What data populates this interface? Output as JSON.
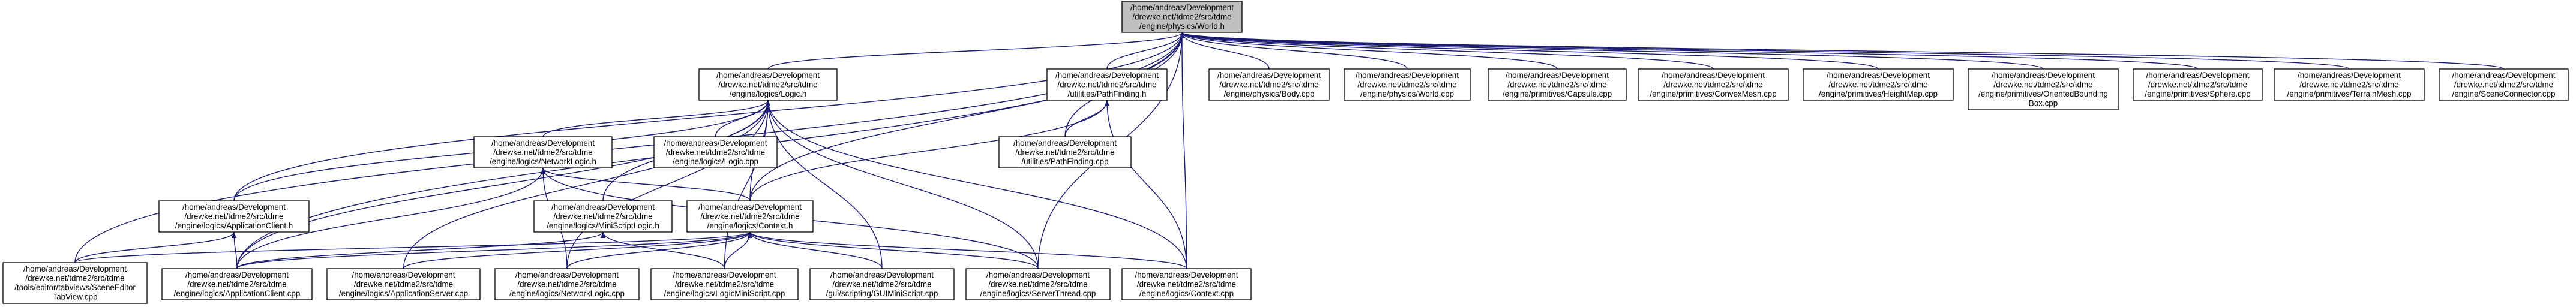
{
  "graph": {
    "title": "",
    "edge_color": "#191970",
    "root_fill": "#bfbfbf",
    "nodes": [
      {
        "id": "world_h",
        "root": true,
        "lines": [
          "/home/andreas/Development",
          "/drewke.net/tdme2/src/tdme",
          "/engine/physics/World.h"
        ]
      },
      {
        "id": "logic_h",
        "lines": [
          "/home/andreas/Development",
          "/drewke.net/tdme2/src/tdme",
          "/engine/logics/Logic.h"
        ]
      },
      {
        "id": "pathfinding_h",
        "lines": [
          "/home/andreas/Development",
          "/drewke.net/tdme2/src/tdme",
          "/utilities/PathFinding.h"
        ]
      },
      {
        "id": "body_cpp",
        "lines": [
          "/home/andreas/Development",
          "/drewke.net/tdme2/src/tdme",
          "/engine/physics/Body.cpp"
        ]
      },
      {
        "id": "world_cpp",
        "lines": [
          "/home/andreas/Development",
          "/drewke.net/tdme2/src/tdme",
          "/engine/physics/World.cpp"
        ]
      },
      {
        "id": "capsule_cpp",
        "lines": [
          "/home/andreas/Development",
          "/drewke.net/tdme2/src/tdme",
          "/engine/primitives/Capsule.cpp"
        ]
      },
      {
        "id": "convexmesh_cpp",
        "lines": [
          "/home/andreas/Development",
          "/drewke.net/tdme2/src/tdme",
          "/engine/primitives/ConvexMesh.cpp"
        ]
      },
      {
        "id": "heightmap_cpp",
        "lines": [
          "/home/andreas/Development",
          "/drewke.net/tdme2/src/tdme",
          "/engine/primitives/HeightMap.cpp"
        ]
      },
      {
        "id": "obb_cpp",
        "lines": [
          "/home/andreas/Development",
          "/drewke.net/tdme2/src/tdme",
          "/engine/primitives/OrientedBounding",
          "Box.cpp"
        ]
      },
      {
        "id": "sphere_cpp",
        "lines": [
          "/home/andreas/Development",
          "/drewke.net/tdme2/src/tdme",
          "/engine/primitives/Sphere.cpp"
        ]
      },
      {
        "id": "terrainmesh_cpp",
        "lines": [
          "/home/andreas/Development",
          "/drewke.net/tdme2/src/tdme",
          "/engine/primitives/TerrainMesh.cpp"
        ]
      },
      {
        "id": "sceneconnector_cpp",
        "lines": [
          "/home/andreas/Development",
          "/drewke.net/tdme2/src/tdme",
          "/engine/SceneConnector.cpp"
        ]
      },
      {
        "id": "networklogic_h",
        "lines": [
          "/home/andreas/Development",
          "/drewke.net/tdme2/src/tdme",
          "/engine/logics/NetworkLogic.h"
        ]
      },
      {
        "id": "logic_cpp",
        "lines": [
          "/home/andreas/Development",
          "/drewke.net/tdme2/src/tdme",
          "/engine/logics/Logic.cpp"
        ]
      },
      {
        "id": "pathfinding_cpp",
        "lines": [
          "/home/andreas/Development",
          "/drewke.net/tdme2/src/tdme",
          "/utilities/PathFinding.cpp"
        ]
      },
      {
        "id": "applicationclient_h",
        "lines": [
          "/home/andreas/Development",
          "/drewke.net/tdme2/src/tdme",
          "/engine/logics/ApplicationClient.h"
        ]
      },
      {
        "id": "miniscriptlogic_h",
        "lines": [
          "/home/andreas/Development",
          "/drewke.net/tdme2/src/tdme",
          "/engine/logics/MiniScriptLogic.h"
        ]
      },
      {
        "id": "context_h",
        "lines": [
          "/home/andreas/Development",
          "/drewke.net/tdme2/src/tdme",
          "/engine/logics/Context.h"
        ]
      },
      {
        "id": "sceneeditor_cpp",
        "lines": [
          "/home/andreas/Development",
          "/drewke.net/tdme2/src/tdme",
          "/tools/editor/tabviews/SceneEditor",
          "TabView.cpp"
        ]
      },
      {
        "id": "applicationclient_cpp",
        "lines": [
          "/home/andreas/Development",
          "/drewke.net/tdme2/src/tdme",
          "/engine/logics/ApplicationClient.cpp"
        ]
      },
      {
        "id": "applicationserver_cpp",
        "lines": [
          "/home/andreas/Development",
          "/drewke.net/tdme2/src/tdme",
          "/engine/logics/ApplicationServer.cpp"
        ]
      },
      {
        "id": "networklogic_cpp",
        "lines": [
          "/home/andreas/Development",
          "/drewke.net/tdme2/src/tdme",
          "/engine/logics/NetworkLogic.cpp"
        ]
      },
      {
        "id": "logicminiscript_cpp",
        "lines": [
          "/home/andreas/Development",
          "/drewke.net/tdme2/src/tdme",
          "/engine/logics/LogicMiniScript.cpp"
        ]
      },
      {
        "id": "guiminiscript_cpp",
        "lines": [
          "/home/andreas/Development",
          "/drewke.net/tdme2/src/tdme",
          "/gui/scripting/GUIMiniScript.cpp"
        ]
      },
      {
        "id": "serverthread_cpp",
        "lines": [
          "/home/andreas/Development",
          "/drewke.net/tdme2/src/tdme",
          "/engine/logics/ServerThread.cpp"
        ]
      },
      {
        "id": "context_cpp",
        "lines": [
          "/home/andreas/Development",
          "/drewke.net/tdme2/src/tdme",
          "/engine/logics/Context.cpp"
        ]
      }
    ],
    "edges": [
      [
        "world_h",
        "logic_h"
      ],
      [
        "world_h",
        "pathfinding_h"
      ],
      [
        "world_h",
        "body_cpp"
      ],
      [
        "world_h",
        "world_cpp"
      ],
      [
        "world_h",
        "capsule_cpp"
      ],
      [
        "world_h",
        "convexmesh_cpp"
      ],
      [
        "world_h",
        "heightmap_cpp"
      ],
      [
        "world_h",
        "obb_cpp"
      ],
      [
        "world_h",
        "sphere_cpp"
      ],
      [
        "world_h",
        "terrainmesh_cpp"
      ],
      [
        "world_h",
        "sceneconnector_cpp"
      ],
      [
        "world_h",
        "applicationclient_h"
      ],
      [
        "world_h",
        "sceneeditor_cpp"
      ],
      [
        "world_h",
        "applicationclient_cpp"
      ],
      [
        "world_h",
        "context_h"
      ],
      [
        "world_h",
        "pathfinding_cpp"
      ],
      [
        "world_h",
        "serverthread_cpp"
      ],
      [
        "world_h",
        "context_cpp"
      ],
      [
        "logic_h",
        "networklogic_h"
      ],
      [
        "logic_h",
        "logic_cpp"
      ],
      [
        "logic_h",
        "applicationclient_h"
      ],
      [
        "logic_h",
        "miniscriptlogic_h"
      ],
      [
        "logic_h",
        "context_h"
      ],
      [
        "logic_h",
        "applicationclient_cpp"
      ],
      [
        "logic_h",
        "applicationserver_cpp"
      ],
      [
        "logic_h",
        "networklogic_cpp"
      ],
      [
        "logic_h",
        "logicminiscript_cpp"
      ],
      [
        "logic_h",
        "guiminiscript_cpp"
      ],
      [
        "logic_h",
        "serverthread_cpp"
      ],
      [
        "logic_h",
        "context_cpp"
      ],
      [
        "pathfinding_h",
        "pathfinding_cpp"
      ],
      [
        "pathfinding_h",
        "context_h"
      ],
      [
        "pathfinding_h",
        "context_cpp"
      ],
      [
        "networklogic_h",
        "applicationclient_cpp"
      ],
      [
        "networklogic_h",
        "networklogic_cpp"
      ],
      [
        "networklogic_h",
        "context_h"
      ],
      [
        "networklogic_h",
        "serverthread_cpp"
      ],
      [
        "applicationclient_h",
        "sceneeditor_cpp"
      ],
      [
        "applicationclient_h",
        "applicationclient_cpp"
      ],
      [
        "miniscriptlogic_h",
        "applicationclient_cpp"
      ],
      [
        "miniscriptlogic_h",
        "logicminiscript_cpp"
      ],
      [
        "context_h",
        "sceneeditor_cpp"
      ],
      [
        "context_h",
        "applicationclient_cpp"
      ],
      [
        "context_h",
        "applicationserver_cpp"
      ],
      [
        "context_h",
        "networklogic_cpp"
      ],
      [
        "context_h",
        "logicminiscript_cpp"
      ],
      [
        "context_h",
        "guiminiscript_cpp"
      ],
      [
        "context_h",
        "serverthread_cpp"
      ],
      [
        "context_h",
        "context_cpp"
      ]
    ]
  }
}
